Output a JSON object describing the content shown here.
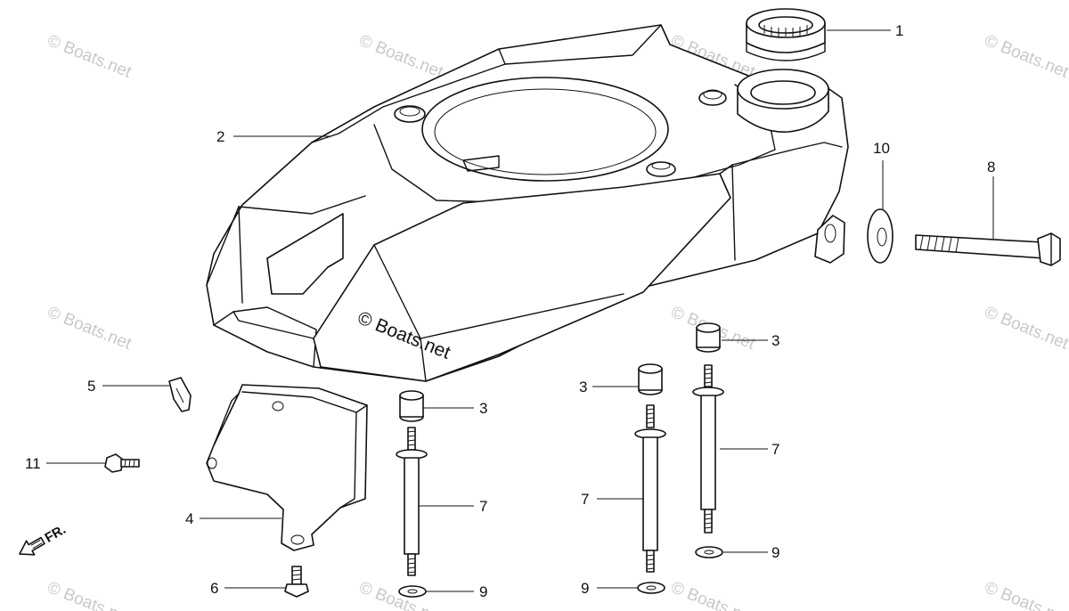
{
  "watermark": {
    "tile_text": "© Boats.net",
    "main_text": "© Boats.net"
  },
  "direction_label": "FR.",
  "callouts": [
    {
      "id": "c1",
      "label": "1"
    },
    {
      "id": "c2",
      "label": "2"
    },
    {
      "id": "c3a",
      "label": "3"
    },
    {
      "id": "c3b",
      "label": "3"
    },
    {
      "id": "c3c",
      "label": "3"
    },
    {
      "id": "c4",
      "label": "4"
    },
    {
      "id": "c5",
      "label": "5"
    },
    {
      "id": "c6",
      "label": "6"
    },
    {
      "id": "c7a",
      "label": "7"
    },
    {
      "id": "c7b",
      "label": "7"
    },
    {
      "id": "c7c",
      "label": "7"
    },
    {
      "id": "c8",
      "label": "8"
    },
    {
      "id": "c9a",
      "label": "9"
    },
    {
      "id": "c9b",
      "label": "9"
    },
    {
      "id": "c9c",
      "label": "9"
    },
    {
      "id": "c10",
      "label": "10"
    },
    {
      "id": "c11",
      "label": "11"
    }
  ]
}
